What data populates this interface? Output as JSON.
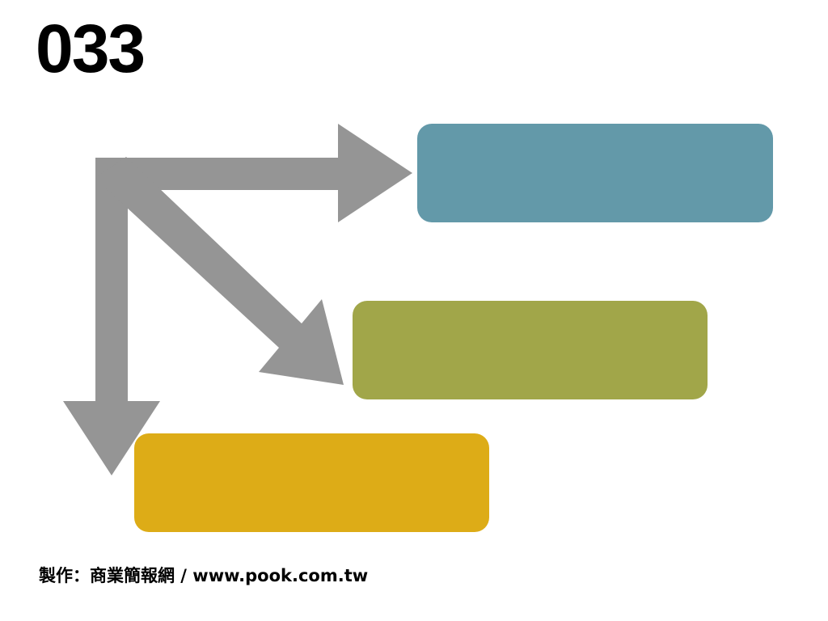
{
  "slide": {
    "number": "033"
  },
  "colors": {
    "arrow": "#959595",
    "box_top": "#6399a9",
    "box_middle": "#a1a649",
    "box_bottom": "#ddac17",
    "text": "#000000"
  },
  "diagram": {
    "arrows": [
      {
        "name": "arrow-right",
        "points_to": "box-top"
      },
      {
        "name": "arrow-diagonal",
        "points_to": "box-middle"
      },
      {
        "name": "arrow-down",
        "points_to": "box-bottom"
      }
    ],
    "boxes": [
      {
        "name": "box-top",
        "label": ""
      },
      {
        "name": "box-middle",
        "label": ""
      },
      {
        "name": "box-bottom",
        "label": ""
      }
    ]
  },
  "footer": {
    "credit": "製作：商業簡報網 / www.pook.com.tw"
  }
}
